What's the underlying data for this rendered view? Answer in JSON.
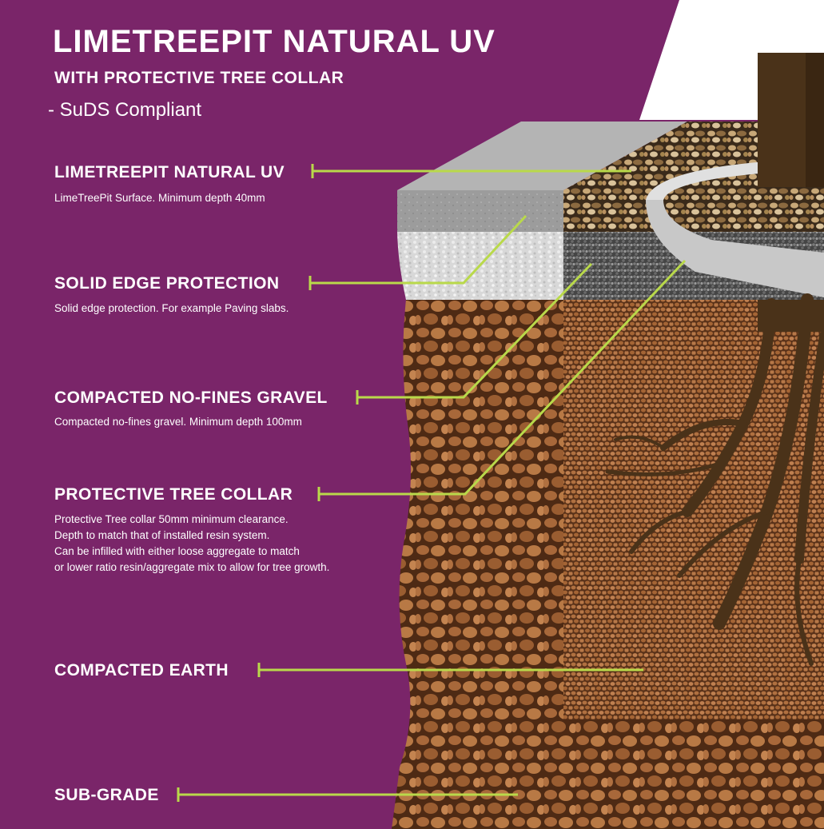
{
  "header": {
    "title": "LIMETREEPIT NATURAL UV",
    "subtitle": "WITH PROTECTIVE TREE COLLAR",
    "tagline": "- SuDS Compliant"
  },
  "layers": [
    {
      "label": "LIMETREEPIT NATURAL UV",
      "description": [
        "LimeTreePit Surface. Minimum depth 40mm"
      ]
    },
    {
      "label": "SOLID EDGE PROTECTION",
      "description": [
        "Solid edge protection. For example Paving slabs."
      ]
    },
    {
      "label": "COMPACTED NO-FINES GRAVEL",
      "description": [
        "Compacted no-fines gravel. Minimum depth 100mm"
      ]
    },
    {
      "label": "PROTECTIVE TREE COLLAR",
      "description": [
        "Protective Tree collar 50mm minimum clearance.",
        "Depth to match that of installed resin system.",
        "Can be infilled with either loose aggregate to match",
        "or lower ratio resin/aggregate mix to allow for tree growth."
      ]
    },
    {
      "label": "COMPACTED EARTH",
      "description": []
    },
    {
      "label": "SUB-GRADE",
      "description": []
    }
  ],
  "colors": {
    "background": "#7a2569",
    "leader": "#b9d94a",
    "text": "#ffffff"
  }
}
